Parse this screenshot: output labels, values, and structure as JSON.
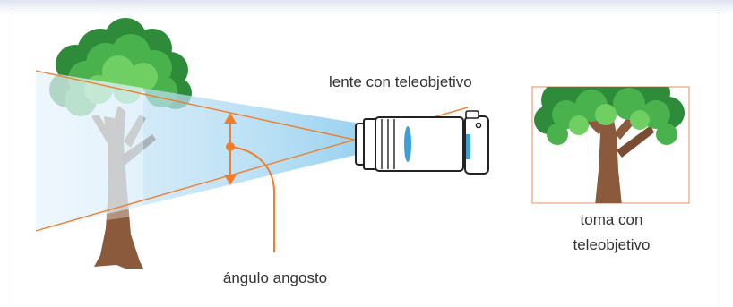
{
  "labels": {
    "lens": "lente con teleobjetivo",
    "angle": "ángulo angosto",
    "shot": "toma con\nteleobjetivo"
  },
  "colors": {
    "ray_line": "#f07d2a",
    "fov_fill": "#a9d8f2",
    "foliage_dark": "#2e8b3a",
    "foliage_mid": "#49b24d",
    "foliage_light": "#7ed36b",
    "trunk": "#8b5a3c",
    "trunk_dark": "#6b432b",
    "frame_border": "#e6a37a"
  },
  "icons": [
    "tree-icon",
    "camera-lens-icon",
    "double-arrow-icon"
  ]
}
